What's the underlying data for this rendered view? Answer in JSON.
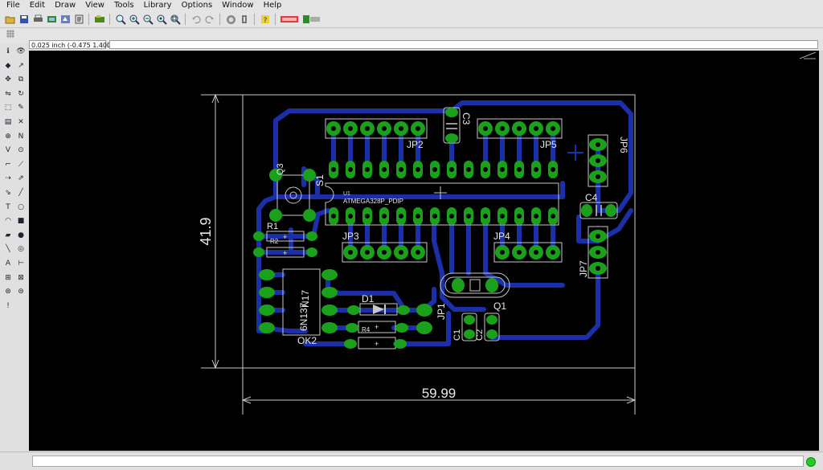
{
  "menu": [
    "File",
    "Edit",
    "Draw",
    "View",
    "Tools",
    "Library",
    "Options",
    "Window",
    "Help"
  ],
  "toolbar_icons": [
    "open-icon",
    "save-icon",
    "print-icon",
    "cam-icon",
    "ulp-icon",
    "script-icon",
    "board-icon",
    "zoom-fit-icon",
    "zoom-in-icon",
    "zoom-out-icon",
    "zoom-redraw-icon",
    "zoom-select-icon",
    "undo-icon",
    "redo-icon",
    "stop-icon",
    "go-icon",
    "help-icon",
    "design-link-icon",
    "pcb-quote-icon"
  ],
  "coordinates": "0.025 inch (-0.475 1.400)",
  "command_value": "",
  "colors": {
    "canvas": "#000000",
    "copper": "#1a2fa8",
    "pad": "#1aa01a",
    "outline": "#c8c8c8"
  },
  "board": {
    "width_label": "59.99",
    "height_label": "41.9",
    "parts": {
      "jp2": "JP2",
      "jp5": "JP5",
      "jp6": "JP6",
      "jp3": "JP3",
      "jp4": "JP4",
      "jp7": "JP7",
      "jp1": "JP1",
      "c3": "C3",
      "c4": "C4",
      "c1": "C1",
      "c2": "C2",
      "s1": "S1",
      "u1": "U1",
      "u1_value": "ATMEGA328P_PDIP",
      "r1": "R1",
      "r2": "R2",
      "r4": "R4",
      "d1": "D1",
      "q1": "Q1",
      "q3": "Q3",
      "n17": "N17",
      "ok2": "OK2",
      "ok2_value": "6N137",
      "plus": "+"
    }
  },
  "status_message": ""
}
